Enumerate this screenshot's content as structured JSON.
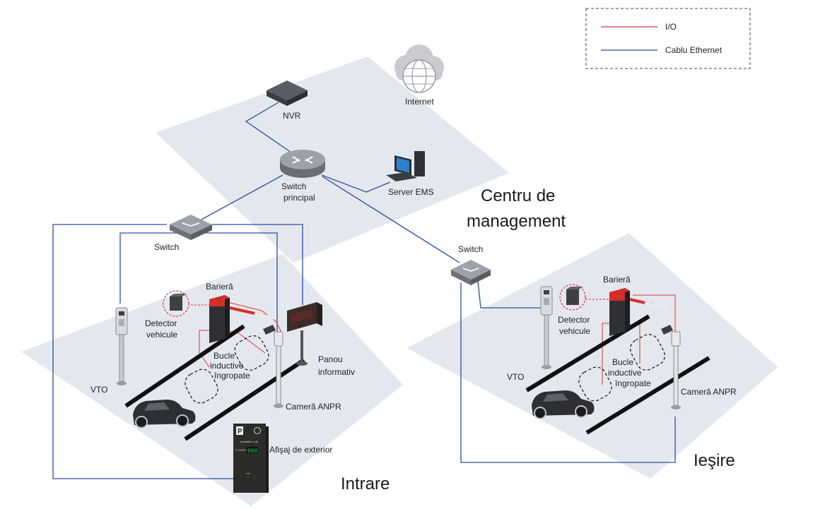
{
  "legend": {
    "io_label": "I/O",
    "ethernet_label": "Cablu Ethernet",
    "io_color": "#d9343a",
    "ethernet_color": "#2b4f9e"
  },
  "management": {
    "internet": "Internet",
    "nvr": "NVR",
    "main_switch_line1": "Switch",
    "main_switch_line2": "principal",
    "server": "Server EMS",
    "title_line1": "Centru de",
    "title_line2": "management"
  },
  "entrance": {
    "switch": "Switch",
    "barrier": "Barieră",
    "detector_line1": "Detector",
    "detector_line2": "vehicule",
    "loops_line1": "Bucle",
    "loops_line2": "inductive",
    "loops_line3": "îngropate",
    "panel_line1": "Panou",
    "panel_line2": "informativ",
    "vto": "VTO",
    "camera": "Cameră ANPR",
    "display": "Afişaj de exterior",
    "title": "Intrare"
  },
  "exit": {
    "switch": "Switch",
    "barrier": "Barieră",
    "detector_line1": "Detector",
    "detector_line2": "vehicule",
    "loops_line1": "Bucle",
    "loops_line2": "inductive",
    "loops_line3": "îngropate",
    "vto": "VTO",
    "camera": "Cameră ANPR",
    "title": "Ieşire"
  },
  "display_panel": {
    "p": "P",
    "available": "Available Lots",
    "floor": "FLOOR 1",
    "count": "888"
  }
}
